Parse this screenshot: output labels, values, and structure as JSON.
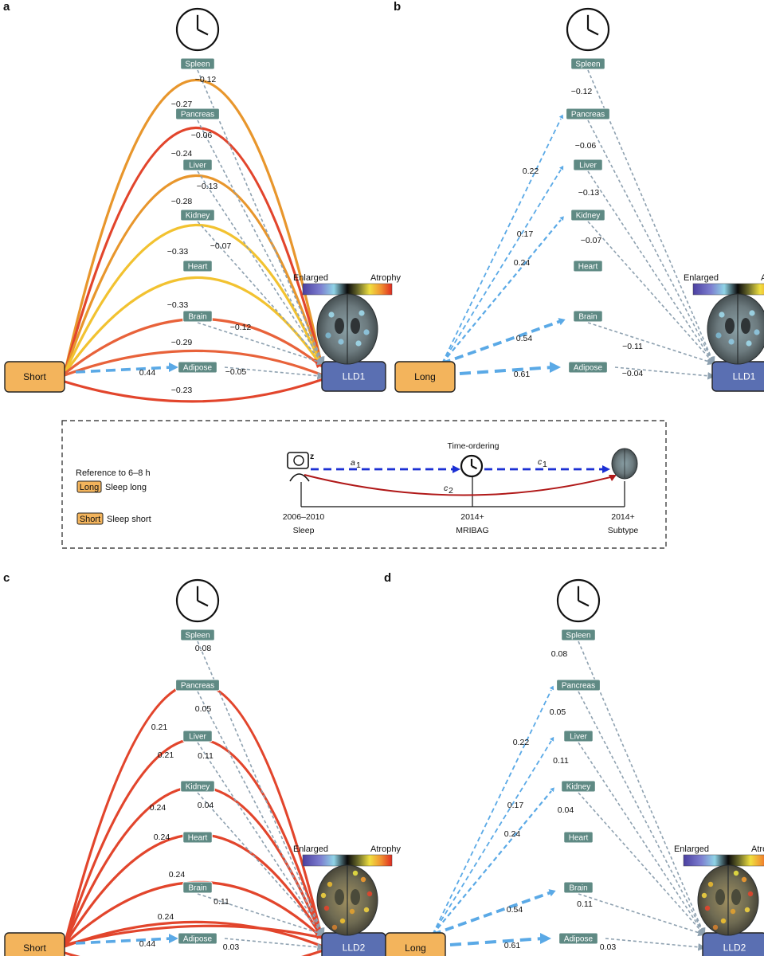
{
  "panels": {
    "a": {
      "letter": "a",
      "source": "Short",
      "target": "LLD1",
      "organs": [
        "Spleen",
        "Pancreas",
        "Liver",
        "Kidney",
        "Heart",
        "Brain",
        "Adipose"
      ],
      "arc_coefs": [
        "−0.27",
        "−0.24",
        "−0.28",
        "−0.33",
        "−0.33",
        "−0.29",
        "−0.23"
      ],
      "organ_to_target": [
        "−0.12",
        "−0.06",
        "−0.13",
        "−0.07",
        "−0.12",
        "−0.05"
      ],
      "source_to_adipose": "0.44",
      "colorbar": {
        "left": "Enlarged",
        "right": "Atrophy"
      }
    },
    "b": {
      "letter": "b",
      "source": "Long",
      "target": "LLD1",
      "organs": [
        "Spleen",
        "Pancreas",
        "Liver",
        "Kidney",
        "Heart",
        "Brain",
        "Adipose"
      ],
      "source_to_organ": [
        "0.22",
        "0.17",
        "0.24",
        "0.54",
        "0.61"
      ],
      "organ_to_target": [
        "−0.12",
        "−0.06",
        "−0.13",
        "−0.07",
        "−0.11",
        "−0.04"
      ],
      "colorbar": {
        "left": "Enlarged",
        "right": "Atrophy"
      }
    },
    "c": {
      "letter": "c",
      "source": "Short",
      "target": "LLD2",
      "organs": [
        "Spleen",
        "Pancreas",
        "Liver",
        "Kidney",
        "Heart",
        "Brain",
        "Adipose"
      ],
      "arc_coefs": [
        "0.21",
        "0.21",
        "0.24",
        "0.24",
        "0.24",
        "0.24"
      ],
      "organ_to_target": [
        "0.08",
        "0.05",
        "0.11",
        "0.04",
        "0.11",
        "0.03"
      ],
      "source_to_adipose": "0.44",
      "colorbar": {
        "left": "Enlarged",
        "right": "Atrophy"
      }
    },
    "d": {
      "letter": "d",
      "source": "Long",
      "target": "LLD2",
      "organs": [
        "Spleen",
        "Pancreas",
        "Liver",
        "Kidney",
        "Heart",
        "Brain",
        "Adipose"
      ],
      "source_to_organ": [
        "0.22",
        "0.17",
        "0.24",
        "0.54",
        "0.61"
      ],
      "organ_to_target": [
        "0.08",
        "0.05",
        "0.11",
        "0.04",
        "0.11",
        "0.03"
      ],
      "colorbar": {
        "left": "Enlarged",
        "right": "Atrophy"
      }
    }
  },
  "legend": {
    "reference": "Reference to 6–8 h",
    "long_tag": "Long",
    "long_label": "Sleep long",
    "short_tag": "Short",
    "short_label": "Sleep short",
    "time_ordering": "Time-ordering",
    "a_label": "a",
    "a_sub": "1",
    "c1_label": "c",
    "c1_sub": "1",
    "c2_label": "c",
    "c2_sub": "2",
    "t1_year": "2006–2010",
    "t1_name": "Sleep",
    "t2_year": "2014+",
    "t2_name": "MRIBAG",
    "t3_year": "2014+",
    "t3_name": "Subtype"
  },
  "colors": {
    "source_fill": "#f3b45c",
    "target_fill": "#5a6fb2",
    "organ_fill": "#5f8a84",
    "dashed_blue": "#5aa9e6",
    "dashed_grey": "#8ea1b0",
    "arc_red": "#e2452c",
    "arc_orange": "#e8962c",
    "arc_yellow": "#f2c230",
    "dark_blue": "#1b2fd4",
    "dark_red": "#b01818"
  }
}
